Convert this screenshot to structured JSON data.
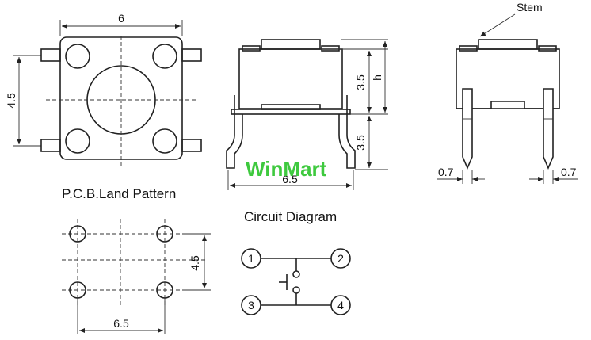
{
  "top_view": {
    "width_label": "6",
    "height_label": "4.5"
  },
  "side_view": {
    "height_label_top": "3.5",
    "height_label_h": "h",
    "height_label_bottom": "3.5",
    "width_label": "6.5",
    "watermark": "WinMart"
  },
  "front_view": {
    "stem_label": "Stem",
    "pin_left_label": "0.7",
    "pin_right_label": "0.7"
  },
  "pcb": {
    "title": "P.C.B.Land Pattern",
    "width_label": "6.5",
    "height_label": "4.5"
  },
  "circuit": {
    "title": "Circuit Diagram",
    "pins": [
      "1",
      "2",
      "3",
      "4"
    ]
  }
}
